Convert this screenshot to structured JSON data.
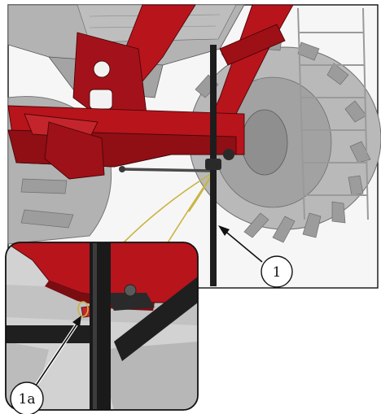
{
  "figure": {
    "callouts": [
      {
        "id": "main",
        "label": "1"
      },
      {
        "id": "inset",
        "label": "1a"
      }
    ],
    "colors": {
      "frame_red": "#b8141c",
      "frame_red_dark": "#7a0d12",
      "tire_grey": "#b9b9b9",
      "tire_dark": "#8e8e8e",
      "hopper_grey": "#a9a9a9",
      "rod_black": "#1d1d1d",
      "cable_yellow": "#c9b441",
      "outline": "#111111"
    },
    "icons": {
      "inset_detail": "magnified-detail-inset",
      "pointer": "leader-arrow"
    }
  }
}
